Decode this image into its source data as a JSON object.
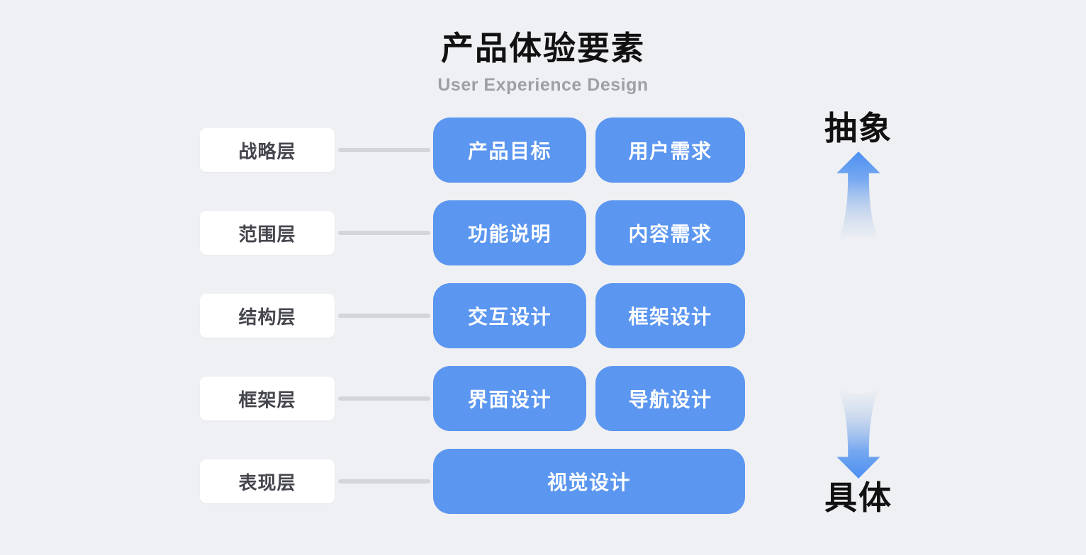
{
  "title": "产品体验要素",
  "subtitle": "User Experience Design",
  "rows": [
    {
      "label": "战略层",
      "items": [
        "产品目标",
        "用户需求"
      ]
    },
    {
      "label": "范围层",
      "items": [
        "功能说明",
        "内容需求"
      ]
    },
    {
      "label": "结构层",
      "items": [
        "交互设计",
        "框架设计"
      ]
    },
    {
      "label": "框架层",
      "items": [
        "界面设计",
        "导航设计"
      ]
    },
    {
      "label": "表现层",
      "items": [
        "视觉设计"
      ]
    }
  ],
  "axis": {
    "top_label": "抽象",
    "bottom_label": "具体"
  },
  "colors": {
    "background": "#EFF0F3",
    "box_blue": "#5B96F0",
    "box_white": "#FFFFFF",
    "label_text": "#45464D",
    "connector": "#D3D5D9",
    "arrow_blue": "#4C8FF2",
    "title_text": "#111111",
    "subtitle_text": "#9EA0A6"
  }
}
